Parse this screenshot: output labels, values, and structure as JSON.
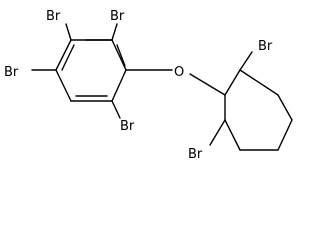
{
  "molecule": {
    "bond_color": "#000000",
    "label_color": "#000000",
    "background": "#ffffff",
    "atoms": {
      "br_top_left": "Br",
      "br_top_right": "Br",
      "br_left": "Br",
      "br_bottom_left_ring": "Br",
      "oxygen": "O",
      "br_right_ring_top": "Br",
      "br_right_ring_bottom": "Br"
    }
  }
}
